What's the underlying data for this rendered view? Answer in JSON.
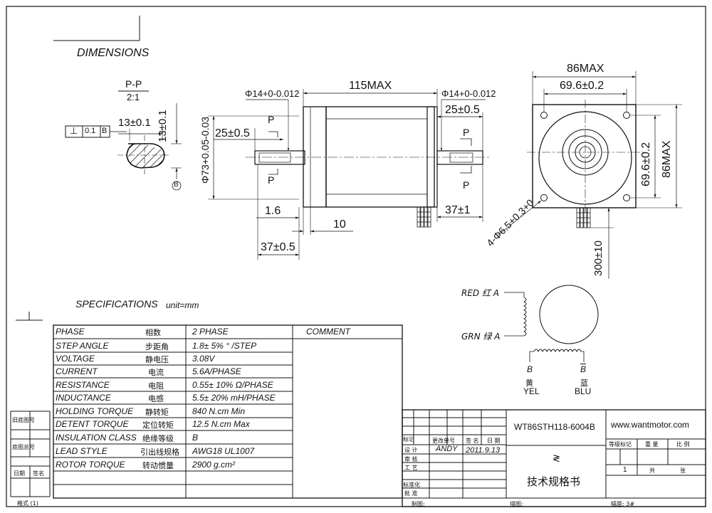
{
  "headings": {
    "dimensions": "DIMENSIONS",
    "specifications": "SPECIFICATIONS",
    "unit": "unit=mm"
  },
  "drawing": {
    "pp": "P-P",
    "scale": "2:1",
    "flatness_symbol": "⊥",
    "flatness_value": "0.1",
    "flatness_datum": "B",
    "flat_width": "13±0.1",
    "flat_height": "13±0.1",
    "datum_b": "B",
    "shaft_dia_left": "Φ14+0-0.012",
    "length_max": "115MAX",
    "shaft_dia_right": "Φ14+0-0.012",
    "shaft_len_right": "25±0.5",
    "shaft_len_left": "25±0.5",
    "body_dia": "Φ73+0.05-0.03",
    "section_p": "P",
    "boss_depth": "1.6",
    "flange": "10",
    "front_shaft": "37±0.5",
    "rear_shaft": "37±1",
    "width_max": "86MAX",
    "hole_pitch": "69.6±0.2",
    "height_max": "86MAX",
    "hole_pitch_v": "69.6±0.2",
    "hole_dia": "4-Φ6.5+0.3+0",
    "lead_length": "300±10"
  },
  "wiring": {
    "red": "RED 红 A",
    "grn": "GRN 绿 A",
    "b_label": "B",
    "b_bar_label": "B",
    "yel": "黄",
    "yel_en": "YEL",
    "blu": "蓝",
    "blu_en": "BLU"
  },
  "spec_table": {
    "comment_header": "COMMENT",
    "rows": [
      {
        "en": "PHASE",
        "cn": "相数",
        "value": "2 PHASE"
      },
      {
        "en": "STEP ANGLE",
        "cn": "步距角",
        "value": "1.8± 5% ° /STEP"
      },
      {
        "en": "VOLTAGE",
        "cn": "静电压",
        "value": "3.08V"
      },
      {
        "en": "CURRENT",
        "cn": "电流",
        "value": "5.6A/PHASE"
      },
      {
        "en": "RESISTANCE",
        "cn": "电阻",
        "value": "0.55± 10% Ω/PHASE"
      },
      {
        "en": "INDUCTANCE",
        "cn": "电感",
        "value": "5.5± 20% mH/PHASE"
      },
      {
        "en": "HOLDING TORQUE",
        "cn": "静转矩",
        "value": "840 N.cm Min"
      },
      {
        "en": "DETENT TORQUE",
        "cn": "定位转矩",
        "value": "12.5 N.cm Max"
      },
      {
        "en": "INSULATION CLASS",
        "cn": "绝缘等级",
        "value": "B"
      },
      {
        "en": "LEAD STYLE",
        "cn": "引出线规格",
        "value": "AWG18 UL1007"
      },
      {
        "en": "ROTOR TORQUE",
        "cn": "转动惯量",
        "value": "2900 g.cm²"
      }
    ]
  },
  "side_labels": {
    "old_drawing": "旧底图号",
    "base_drawing": "底图总号",
    "date": "日期",
    "sign": "签名",
    "format": "格式 (1)"
  },
  "title_block": {
    "model": "WT86STH118-6004B",
    "website": "www.wantmotor.com",
    "title_cn": "技术规格书",
    "mark_col": "标记",
    "change_no": "更改单号",
    "sign": "签 名",
    "date_col": "日 期",
    "design": "设 计",
    "designer": "ANDY",
    "design_date": "2011.9.13",
    "review": "审 核",
    "process": "工 艺",
    "standard": "标准化",
    "approve": "批 准",
    "stage_mark": "等级标记",
    "weight": "重 量",
    "ratio": "比 例",
    "sheet_no": "1",
    "total": "共",
    "sheets": "张",
    "drawn_by": "制图:",
    "traced_by": "描图:",
    "size": "幅面: 3#",
    "logo_mark": "≷"
  }
}
